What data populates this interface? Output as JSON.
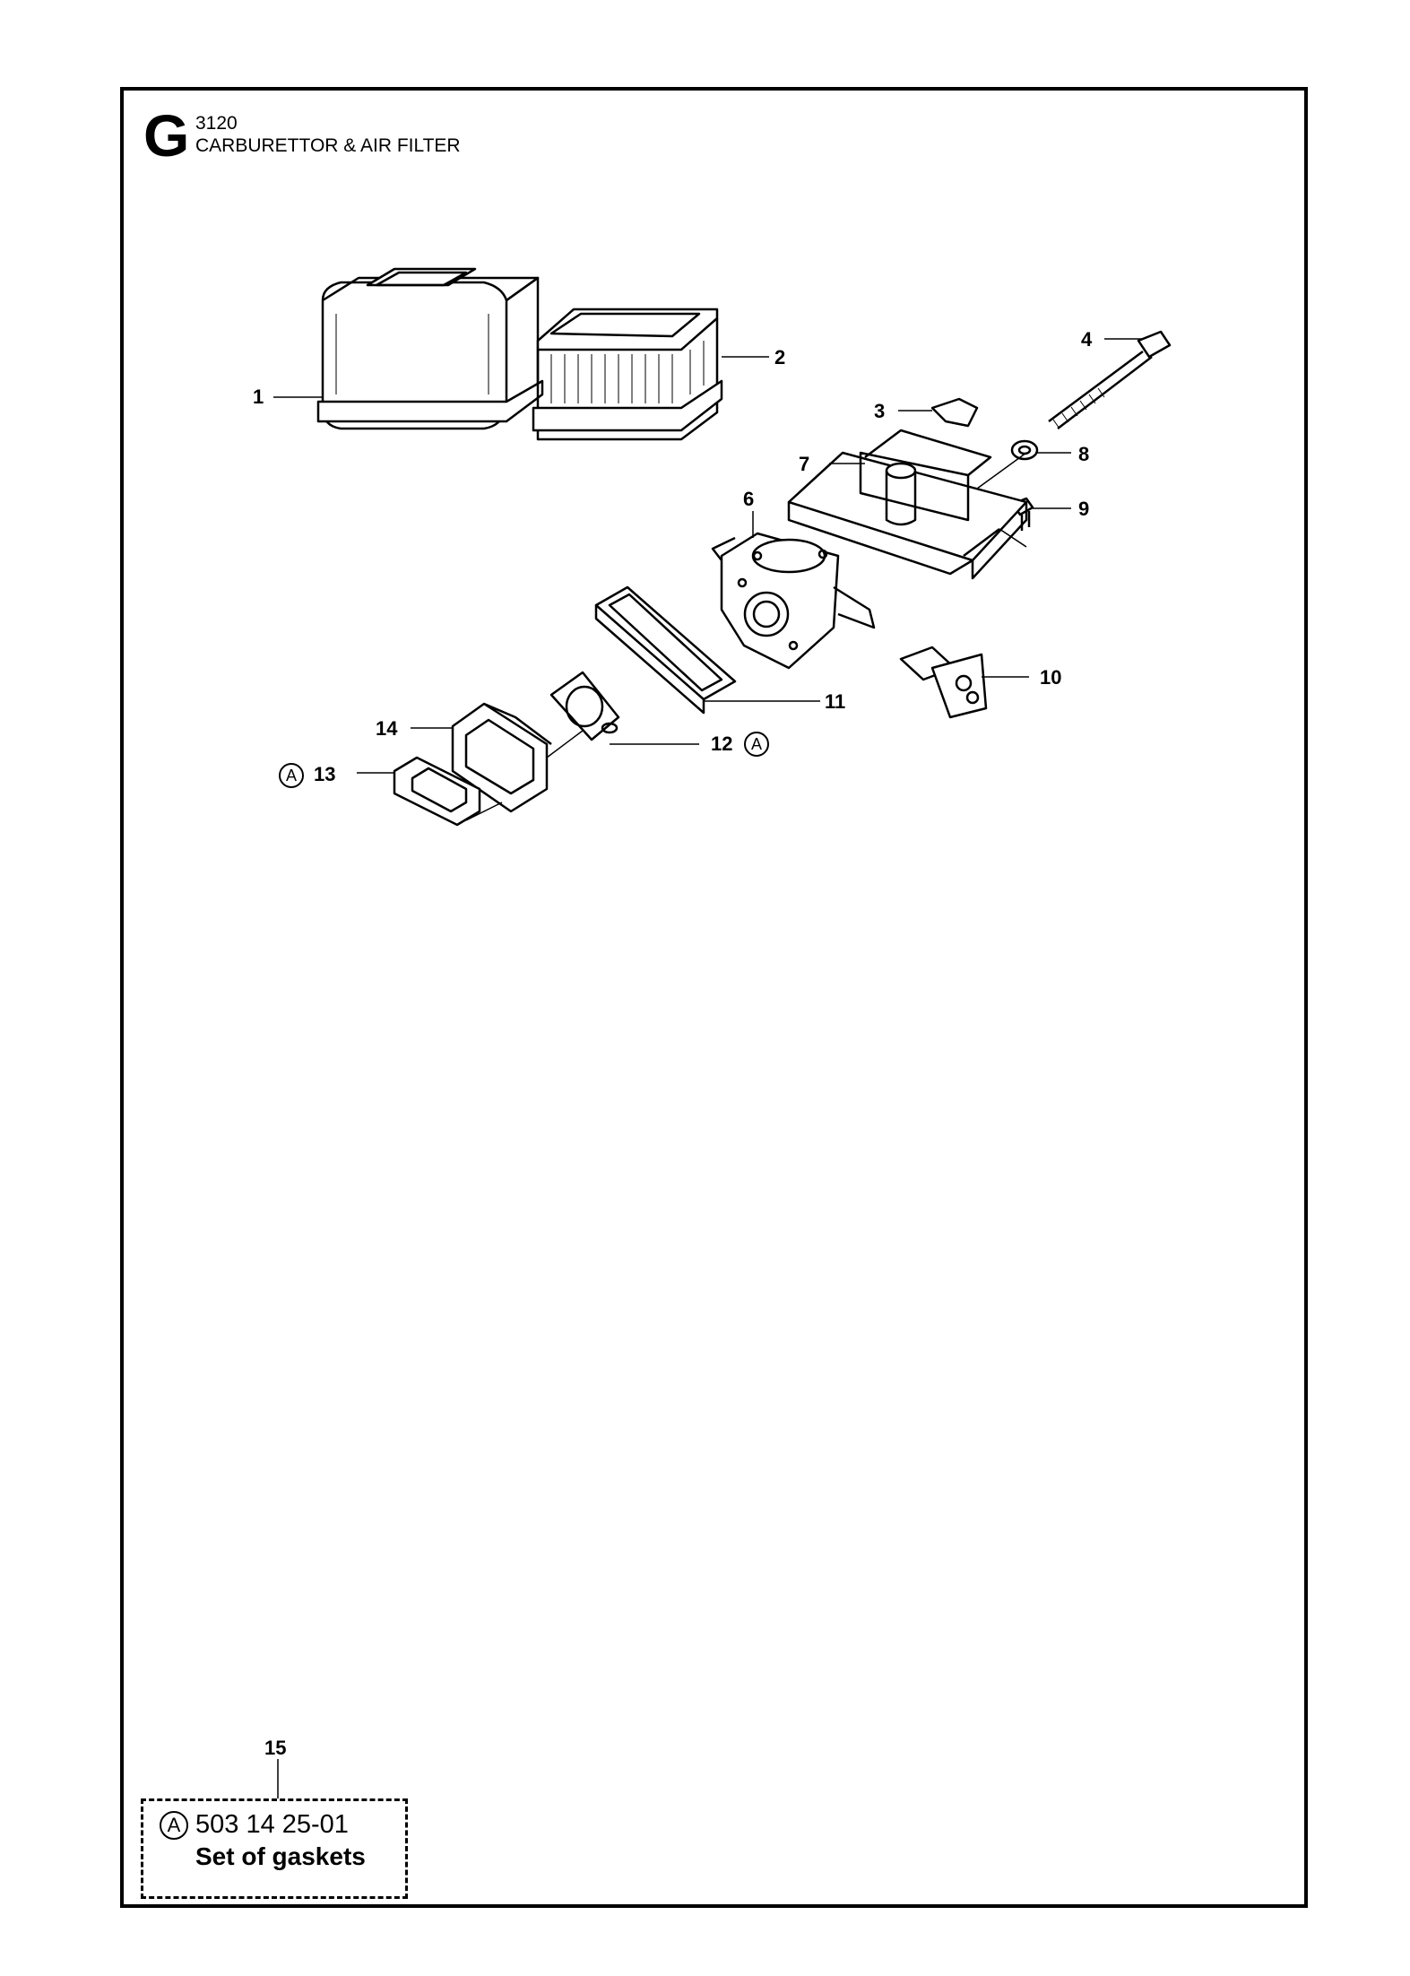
{
  "header": {
    "section_letter": "G",
    "section_code": "3120",
    "section_title": "CARBURETTOR & AIR FILTER"
  },
  "callouts": {
    "c1": "1",
    "c2": "2",
    "c3": "3",
    "c4": "4",
    "c5": "15",
    "c6": "6",
    "c7": "7",
    "c8": "8",
    "c9": "9",
    "c10": "10",
    "c11": "11",
    "c12": "12",
    "c13": "13",
    "c14": "14"
  },
  "reference_marker": "A",
  "kit": {
    "number": "15",
    "marker": "A",
    "part_number": "503 14 25-01",
    "description": "Set of gaskets"
  },
  "colors": {
    "ink": "#000000",
    "paper": "#ffffff",
    "fill_light": "#f2f2f2"
  }
}
